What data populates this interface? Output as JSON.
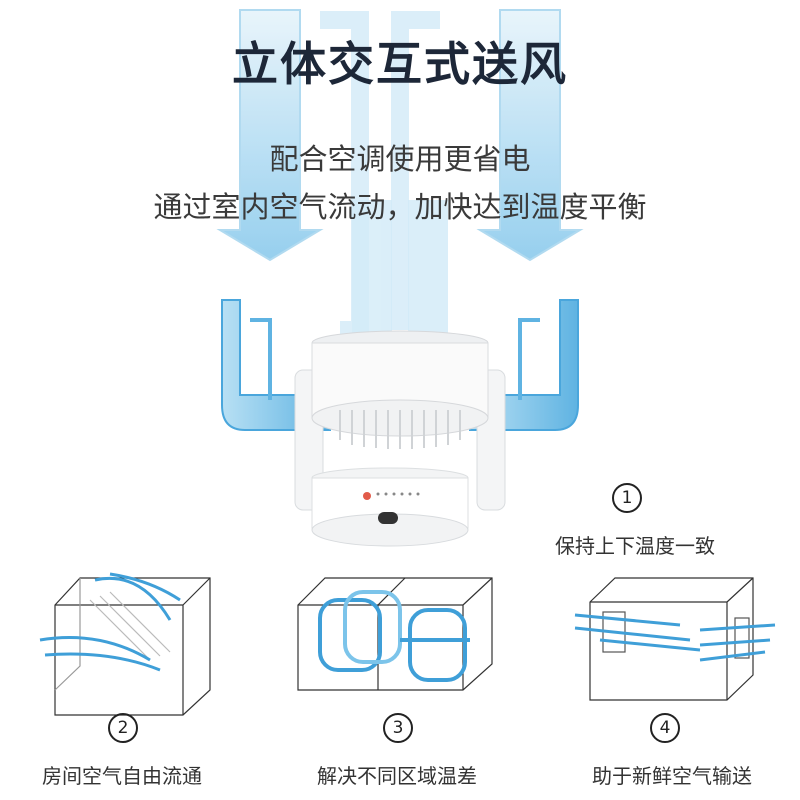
{
  "title": "立体交互式送风",
  "subtitle_line1": "配合空调使用更省电",
  "subtitle_line2": "通过室内空气流动，加快达到温度平衡",
  "features": [
    {
      "number": "1",
      "caption": "保持上下温度一致"
    },
    {
      "number": "2",
      "caption": "房间空气自由流通"
    },
    {
      "number": "3",
      "caption": "解决不同区域温差"
    },
    {
      "number": "4",
      "caption": "助于新鲜空气输送"
    }
  ],
  "colors": {
    "arrow": "#7cc4ea",
    "arrow_dark": "#3f9fd8",
    "title": "#1d2738",
    "line": "#333333"
  },
  "icons": [
    "airflow-arrow-icon",
    "fan-product-image",
    "room-diagram"
  ]
}
